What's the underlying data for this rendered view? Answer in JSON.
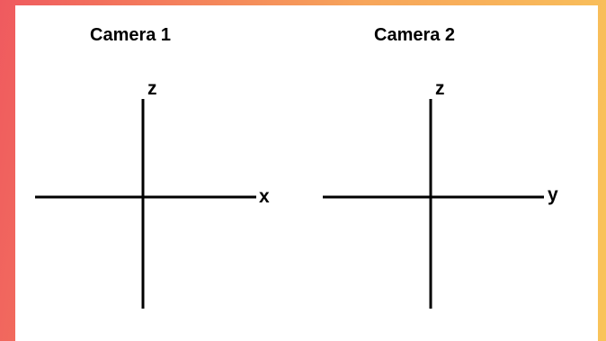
{
  "diagram": {
    "cameras": [
      {
        "title": "Camera 1",
        "vertical_axis": "z",
        "horizontal_axis": "x"
      },
      {
        "title": "Camera 2",
        "vertical_axis": "z",
        "horizontal_axis": "y"
      }
    ]
  }
}
